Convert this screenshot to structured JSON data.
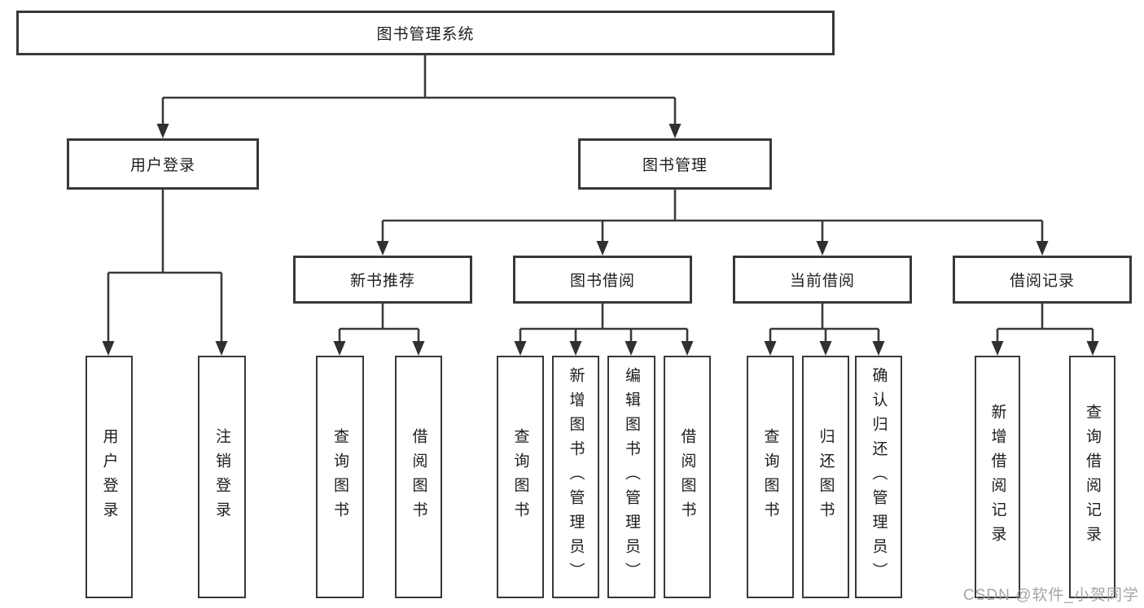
{
  "diagram": {
    "type": "hierarchy-tree",
    "orientation": "top-down",
    "colors": {
      "background": "#ffffff",
      "box_fill": "#ffffff",
      "box_border": "#383838",
      "connector_line": "#3a3a3a",
      "arrowhead": "#303030",
      "text": "#1d1d1d",
      "watermark_text": "#9b9b9b"
    }
  },
  "tree": {
    "label": "图书管理系统",
    "children": [
      {
        "label": "用户登录",
        "children": [
          {
            "label": "用户登录"
          },
          {
            "label": "注销登录"
          }
        ]
      },
      {
        "label": "图书管理",
        "children": [
          {
            "label": "新书推荐",
            "children": [
              {
                "label": "查询图书"
              },
              {
                "label": "借阅图书"
              }
            ]
          },
          {
            "label": "图书借阅",
            "children": [
              {
                "label": "查询图书"
              },
              {
                "label": "新增图书（管理员）"
              },
              {
                "label": "编辑图书（管理员）"
              },
              {
                "label": "借阅图书"
              }
            ]
          },
          {
            "label": "当前借阅",
            "children": [
              {
                "label": "查询图书"
              },
              {
                "label": "归还图书"
              },
              {
                "label": "确认归还（管理员）"
              }
            ]
          },
          {
            "label": "借阅记录",
            "children": [
              {
                "label": "新增借阅记录"
              },
              {
                "label": "查询借阅记录"
              }
            ]
          }
        ]
      }
    ]
  },
  "watermark": {
    "text": "CSDN @软件_小贺同学"
  }
}
